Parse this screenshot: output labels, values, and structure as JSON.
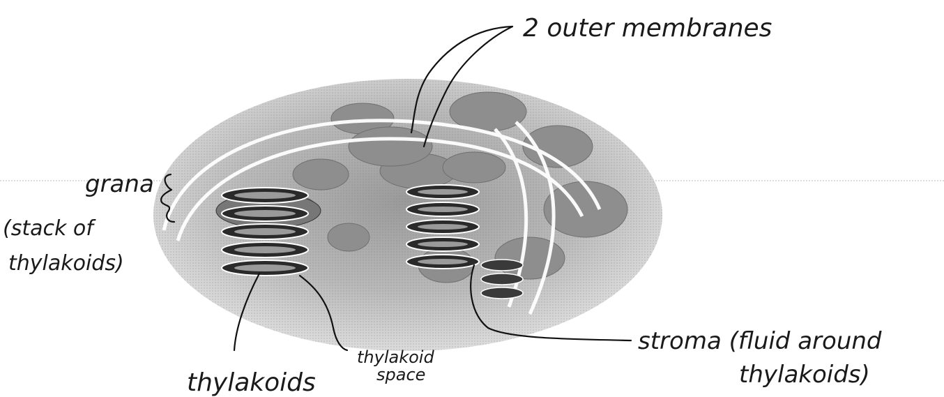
{
  "labels": {
    "outer_membranes": "2 outer membranes",
    "grana": "grana",
    "grana_note_line1": "(stack of",
    "grana_note_line2": "thylakoids)",
    "thylakoids": "thylakoids",
    "thylakoid_space_line1": "thylakoid",
    "thylakoid_space_line2": "space",
    "stroma_line1": "stroma (fluid around",
    "stroma_line2": "thylakoids)"
  },
  "colors": {
    "ink": "#111111",
    "organelle_fill": "#cfcfcf",
    "membrane_highlight": "#ffffff",
    "thylakoid_dark": "#2a2a2a",
    "ruled_line": "#b8b8b8"
  }
}
